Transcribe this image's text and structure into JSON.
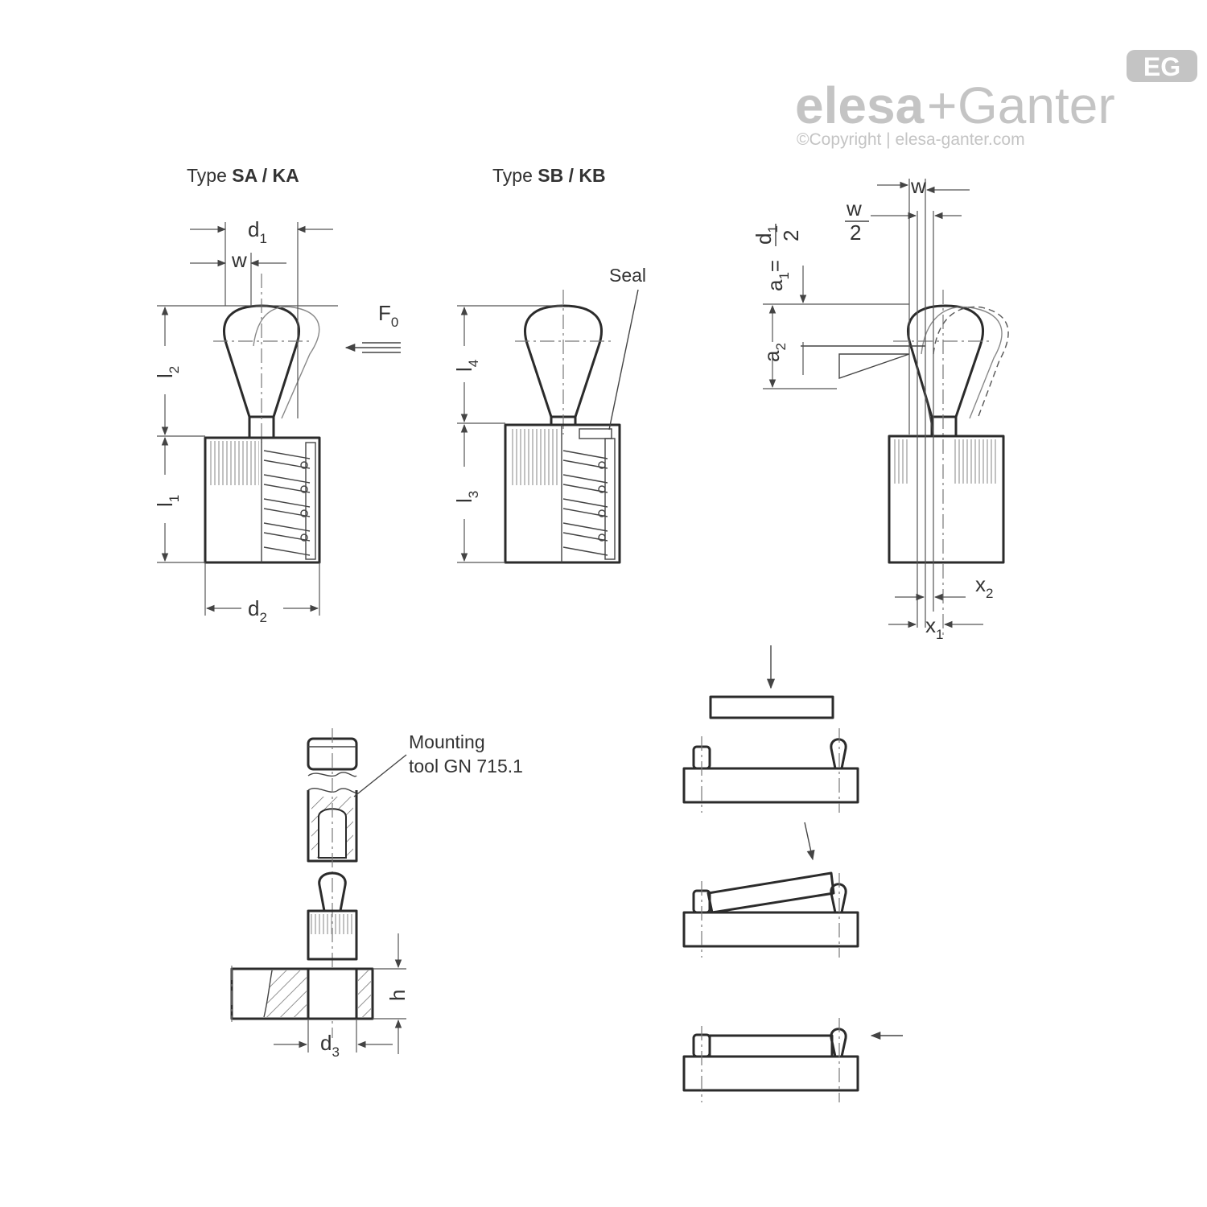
{
  "logo": {
    "brand_left": "elesa",
    "plus": "+",
    "brand_right": "Ganter",
    "badge": "EG",
    "copyright": "©Copyright | elesa-ganter.com"
  },
  "views": {
    "type_sa_ka": {
      "prefix": "Type ",
      "bold": "SA / KA"
    },
    "type_sb_kb": {
      "prefix": "Type ",
      "bold": "SB / KB"
    }
  },
  "labels": {
    "d1": "d",
    "d1_sub": "1",
    "d2": "d",
    "d2_sub": "2",
    "d3": "d",
    "d3_sub": "3",
    "w": "w",
    "f0": "F",
    "f0_sub": "0",
    "l1": "l",
    "l1_sub": "1",
    "l2": "l",
    "l2_sub": "2",
    "l3": "l",
    "l3_sub": "3",
    "l4": "l",
    "l4_sub": "4",
    "seal": "Seal",
    "a1": "a",
    "a1_sub": "1",
    "a1_eq": "=",
    "a2": "a",
    "a2_sub": "2",
    "frac_d1_num": "d",
    "frac_d1_num_sub": "1",
    "frac_d1_den": "2",
    "frac_w_num": "w",
    "frac_w_den": "2",
    "x1": "x",
    "x1_sub": "1",
    "x2": "x",
    "x2_sub": "2",
    "h": "h",
    "mounting_line1": "Mounting",
    "mounting_line2": "tool GN 715.1"
  }
}
